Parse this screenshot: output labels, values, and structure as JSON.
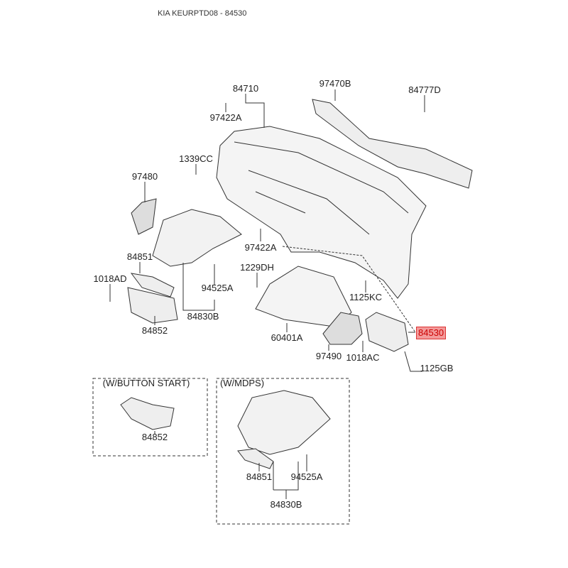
{
  "title": "KIA KEURPTD08 - 84530",
  "highlight_color": "#f39a9a",
  "labels": {
    "p84710": "84710",
    "p97422A_top": "97422A",
    "p97470B": "97470B",
    "p84777D": "84777D",
    "p1339CC": "1339CC",
    "p97480": "97480",
    "p97422A_mid": "97422A",
    "p84851": "84851",
    "p1229DH": "1229DH",
    "p1018AD": "1018AD",
    "p94525A": "94525A",
    "p1125KC": "1125KC",
    "p84830B": "84830B",
    "p84852": "84852",
    "p60401A": "60401A",
    "p84530": "84530",
    "p97490": "97490",
    "p1018AC": "1018AC",
    "p1125GB": "1125GB"
  },
  "inset_button_start": {
    "title": "(W/BUTTON START)",
    "p84852": "84852"
  },
  "inset_mdps": {
    "title": "(W/MDPS)",
    "p84851": "84851",
    "p94525A": "94525A",
    "p84830B": "84830B"
  }
}
